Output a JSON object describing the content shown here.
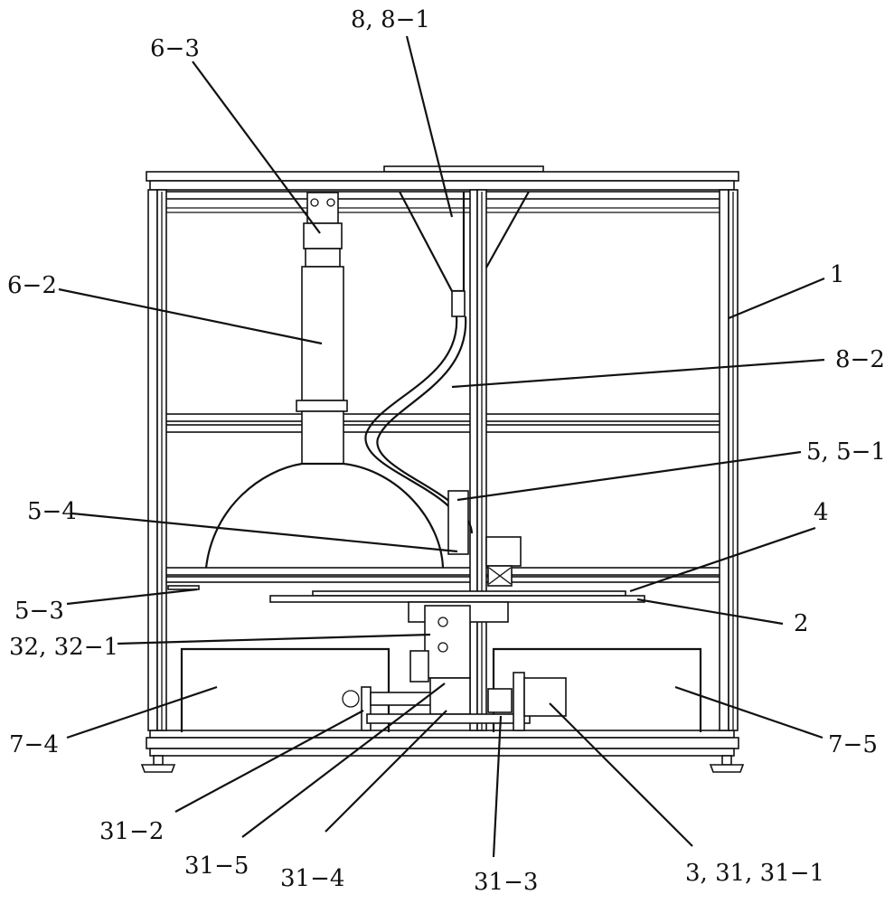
{
  "labels": {
    "l_8_81": "8, 8−1",
    "l_6_3": "6−3",
    "l_6_2": "6−2",
    "l_1": "1",
    "l_8_2": "8−2",
    "l_5_51": "5, 5−1",
    "l_5_4": "5−4",
    "l_4": "4",
    "l_5_3": "5−3",
    "l_2": "2",
    "l_32": "32, 32−1",
    "l_7_4": "7−4",
    "l_7_5": "7−5",
    "l_31_2": "31−2",
    "l_31_5": "31−5",
    "l_31_4": "31−4",
    "l_31_3": "31−3",
    "l_3_31": "3, 31, 31−1"
  }
}
